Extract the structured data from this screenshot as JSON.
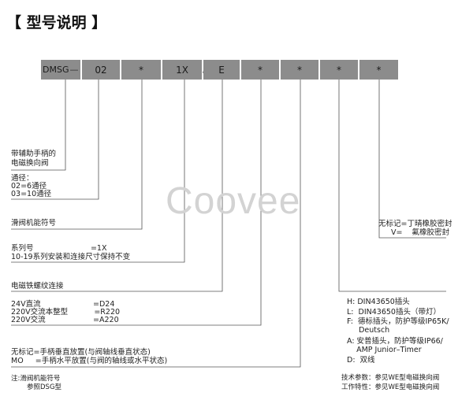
{
  "title": "【 型号说明 】",
  "code": {
    "series": "DMSG",
    "separator": "—",
    "boxes": [
      "02",
      "*",
      "1X",
      "E",
      "*",
      "*",
      "*",
      "*"
    ],
    "slash": "/"
  },
  "watermark": "Coovee",
  "left_labels": {
    "aux_handle_1": "带辅助手柄的",
    "aux_handle_2": "电磁换向阀",
    "bore_1": "通径：",
    "bore_2": "02=6通径",
    "bore_3": "03=10通径",
    "slide_symbol": "滑阀机能符号",
    "series_1": "系列号                        =1X",
    "series_2": "10-19系列安装和连接尺寸保持不变",
    "solenoid": "电磁铁螺纹连接",
    "voltage_1": "24V直流                      =D24",
    "voltage_2": "220V交流本整型           =R220",
    "voltage_3": "220V交流                    =A220",
    "handle_1": "无标记=手柄垂直放置(与阀轴线垂直状态)",
    "handle_2": "MO     =手柄水平放置(与阀的轴线或水平状态)",
    "note_1": "注:滑阀机能符号",
    "note_2": "参照DSG型"
  },
  "right_labels": {
    "seal_1": "无标记=丁晴橡胶密封",
    "seal_2": "V=    氟橡胶密封",
    "plug_1": "H: DIN43650插头",
    "plug_2": "L:  DIN43650插头（带灯）",
    "plug_3": "F:  德标插头，防护等级IP65K/",
    "plug_4": "     Deutsch",
    "plug_5": "A: 安普插头，防护等级IP66/",
    "plug_6": "    AMP Junior–Timer",
    "plug_7": "D:  双线",
    "tech_1": "技术参数：参见WE型电磁换向阀",
    "tech_2": "工作特性：参见WE型电磁换向阀"
  }
}
